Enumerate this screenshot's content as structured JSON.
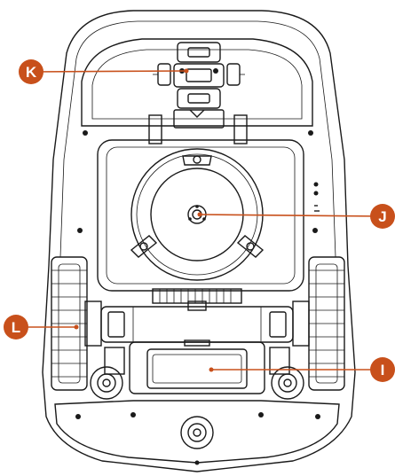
{
  "accent_color": "#c8501b",
  "callouts": [
    {
      "letter": "K",
      "target": "cutting-height-adjuster"
    },
    {
      "letter": "J",
      "target": "blade-disc-center"
    },
    {
      "letter": "L",
      "target": "rear-wheel-hub"
    },
    {
      "letter": "I",
      "target": "battery-cover"
    }
  ]
}
